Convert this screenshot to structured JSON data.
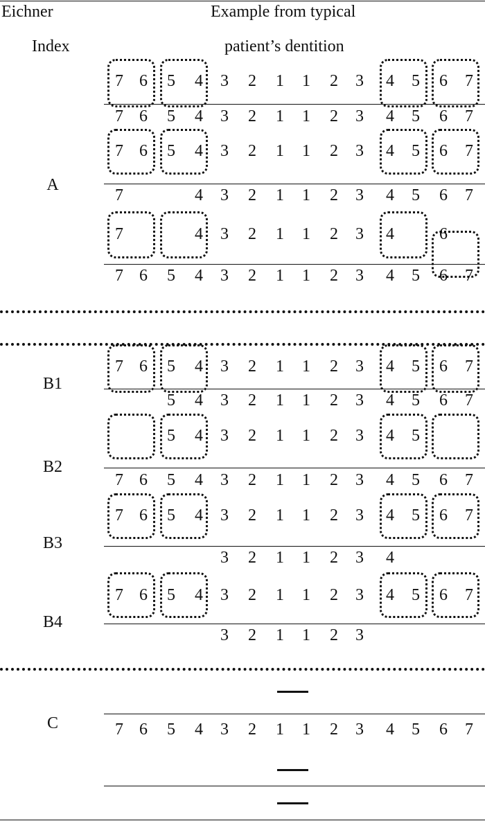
{
  "header": {
    "col1_line1": "Eichner",
    "col1_line2": "Index",
    "col2_line1": "Example from typical",
    "col2_line2": "patient’s dentition"
  },
  "index_labels": {
    "A": "A",
    "B1": "B1",
    "B2": "B2",
    "B3": "B3",
    "B4": "B4",
    "C": "C"
  },
  "dentitions": [
    {
      "upper": [
        "7",
        "6",
        "5",
        "4",
        "3",
        "2",
        "1",
        "1",
        "2",
        "3",
        "4",
        "5",
        "6",
        "7"
      ],
      "lower": [
        "7",
        "6",
        "5",
        "4",
        "3",
        "2",
        "1",
        "1",
        "2",
        "3",
        "4",
        "5",
        "6",
        "7"
      ]
    },
    {
      "upper": [
        "7",
        "6",
        "5",
        "4",
        "3",
        "2",
        "1",
        "1",
        "2",
        "3",
        "4",
        "5",
        "6",
        "7"
      ],
      "lower": [
        "7",
        "",
        "",
        "4",
        "3",
        "2",
        "1",
        "1",
        "2",
        "3",
        "4",
        "5",
        "6",
        "7"
      ]
    },
    {
      "upper": [
        "7",
        "",
        "",
        "4",
        "3",
        "2",
        "1",
        "1",
        "2",
        "3",
        "4",
        "",
        "6",
        ""
      ],
      "lower": [
        "7",
        "6",
        "5",
        "4",
        "3",
        "2",
        "1",
        "1",
        "2",
        "3",
        "4",
        "5",
        "6",
        "7"
      ]
    },
    {
      "upper": [
        "7",
        "6",
        "5",
        "4",
        "3",
        "2",
        "1",
        "1",
        "2",
        "3",
        "4",
        "5",
        "6",
        "7"
      ],
      "lower": [
        "",
        "",
        "5",
        "4",
        "3",
        "2",
        "1",
        "1",
        "2",
        "3",
        "4",
        "5",
        "6",
        "7"
      ]
    },
    {
      "upper": [
        "",
        "",
        "5",
        "4",
        "3",
        "2",
        "1",
        "1",
        "2",
        "3",
        "4",
        "5",
        "",
        ""
      ],
      "lower": [
        "7",
        "6",
        "5",
        "4",
        "3",
        "2",
        "1",
        "1",
        "2",
        "3",
        "4",
        "5",
        "6",
        "7"
      ]
    },
    {
      "upper": [
        "7",
        "6",
        "5",
        "4",
        "3",
        "2",
        "1",
        "1",
        "2",
        "3",
        "4",
        "5",
        "6",
        "7"
      ],
      "lower": [
        "",
        "",
        "",
        "",
        "3",
        "2",
        "1",
        "1",
        "2",
        "3",
        "4",
        "",
        "",
        ""
      ]
    },
    {
      "upper": [
        "7",
        "6",
        "5",
        "4",
        "3",
        "2",
        "1",
        "1",
        "2",
        "3",
        "4",
        "5",
        "6",
        "7"
      ],
      "lower": [
        "",
        "",
        "",
        "",
        "3",
        "2",
        "1",
        "1",
        "2",
        "3",
        "",
        "",
        "",
        ""
      ]
    },
    {
      "upper": [
        "",
        "",
        "",
        "",
        "",
        "",
        "",
        "",
        "",
        "",
        "",
        "",
        "",
        ""
      ],
      "lower": [
        "7",
        "6",
        "5",
        "4",
        "3",
        "2",
        "1",
        "1",
        "2",
        "3",
        "4",
        "5",
        "6",
        "7"
      ]
    },
    {
      "upper": [
        "",
        "",
        "",
        "",
        "",
        "",
        "",
        "",
        "",
        "",
        "",
        "",
        "",
        ""
      ],
      "lower": [
        "",
        "",
        "",
        "",
        "",
        "",
        "",
        "",
        "",
        "",
        "",
        "",
        "",
        ""
      ]
    }
  ]
}
